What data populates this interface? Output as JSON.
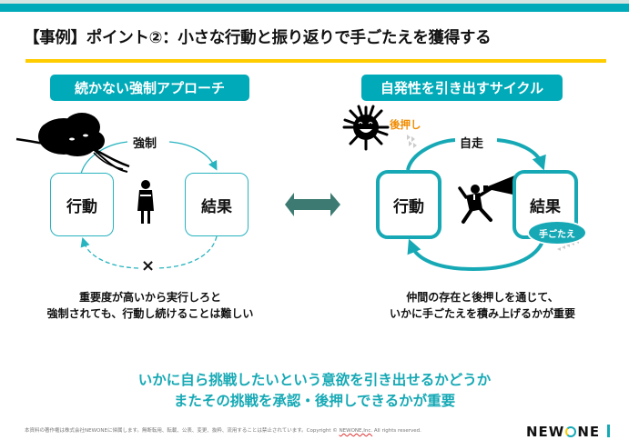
{
  "header": {
    "title": "【事例】ポイント②：小さな行動と振り返りで手ごたえを獲得する"
  },
  "left_panel": {
    "heading": "続かない強制アプローチ",
    "top_label": "強制",
    "box_action": "行動",
    "box_result": "結果",
    "broken_mark": "×",
    "caption_lines": [
      "重要度が高いから実行しろと",
      "強制されても、行動し続けることは難しい"
    ],
    "icons": [
      "storm-cloud-icon",
      "standing-person-icon"
    ]
  },
  "right_panel": {
    "heading": "自発性を引き出すサイクル",
    "top_label": "自走",
    "push_label": "後押し",
    "box_action": "行動",
    "box_result": "結果",
    "result_badge": "手ごたえ",
    "caption_lines": [
      "仲間の存在と後押しを通じて、",
      "いかに手ごたえを積み上げるかが重要"
    ],
    "icons": [
      "smiling-sun-icon",
      "jumping-person-icon",
      "megaphone-icon"
    ]
  },
  "comparison_arrow": "double-arrow-icon",
  "colors": {
    "teal": "#00aab8",
    "yellow": "#ffcc00",
    "dark_green_arrow": "#3d7b72",
    "orange": "#f08c00"
  },
  "conclusion": {
    "lines": [
      "いかに自ら挑戦したいという意欲を引き出せるかどうか",
      "またその挑戦を承認・後押しできるかが重要"
    ]
  },
  "footer": {
    "copyright_prefix": "本資料の著作権は株式会社NEWONEに帰属します。無断転用、転載、公表、変更、抜粋、流用することは禁止されています。Copyright ©",
    "company": "NEWONE,Inc.",
    "rights": "All rights reserved.",
    "logo_pre": "NEW",
    "logo_post": "NE"
  }
}
